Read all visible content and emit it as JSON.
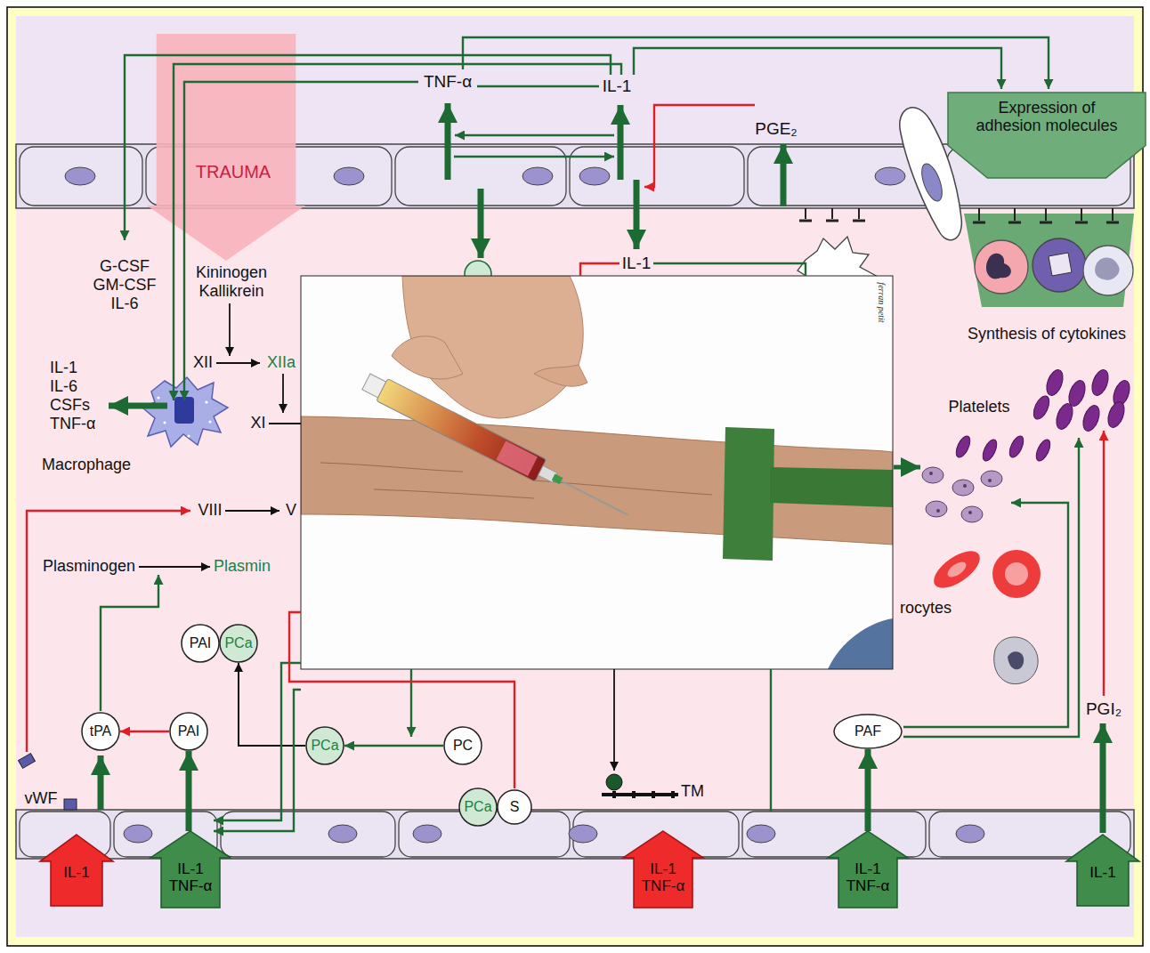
{
  "diagram": {
    "nodes": [
      {
        "text": [
          "TRAUMA"
        ]
      },
      {
        "text": [
          "Expression of adhesion molecules"
        ]
      },
      {
        "text": [
          "PAI"
        ]
      },
      {
        "text": [
          "PCa"
        ]
      },
      {
        "text": [
          "tPA"
        ]
      },
      {
        "text": [
          "PAI"
        ]
      },
      {
        "text": [
          "PCa"
        ]
      },
      {
        "text": [
          "PC"
        ]
      },
      {
        "text": [
          "PAF"
        ]
      },
      {
        "text": [
          "PCa"
        ]
      },
      {
        "text": [
          "S"
        ]
      },
      {
        "text": [
          "IL-1"
        ]
      },
      {
        "text": [
          "IL-1 TNF-α"
        ]
      },
      {
        "text": [
          "IL-1 TNF-α"
        ]
      },
      {
        "text": [
          "IL-1 TNF-α"
        ]
      },
      {
        "text": [
          "IL-1"
        ]
      }
    ],
    "edges": [
      {
        "from": 7,
        "to": 6,
        "arrow": "to"
      },
      {
        "from": 6,
        "to": 3,
        "arrow": "to"
      },
      {
        "from": 5,
        "to": 4,
        "arrow": "to"
      },
      {
        "from": 12,
        "to": 5,
        "arrow": "to"
      },
      {
        "from": 14,
        "to": 8,
        "arrow": "to"
      }
    ],
    "labels": [
      "TNF-α",
      "IL-1",
      "PGE₂",
      "G-CSF",
      "GM-CSF",
      "IL-6",
      "Kininogen",
      "Kallikrein",
      "IL-1",
      "Synthesis of cytokines",
      "XII",
      "XIIa",
      "IL-1",
      "IL-6",
      "CSFs",
      "TNF-α",
      "XI",
      "Platelets",
      "Macrophage",
      "VIII",
      "V",
      "Plasminogen",
      "Plasmin",
      "rocytes",
      "PGI₂",
      "TM",
      "vWF",
      "ferran petit"
    ]
  }
}
